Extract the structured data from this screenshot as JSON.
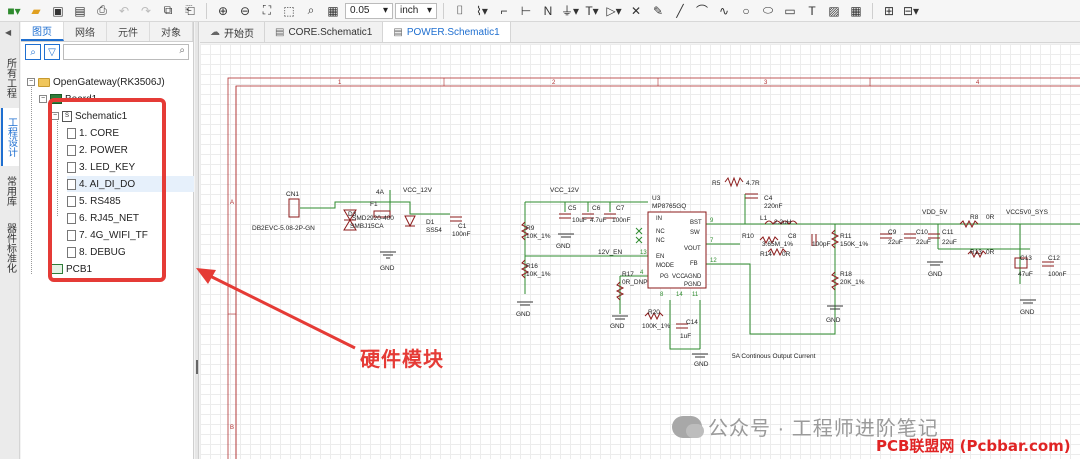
{
  "toolbar": {
    "zoom_value": "0.05",
    "unit_value": "inch"
  },
  "rail": {
    "tabs": [
      "所有工程",
      "工程设计",
      "常用库",
      "器件标准化"
    ]
  },
  "panel": {
    "tabs": [
      "图页",
      "网络",
      "元件",
      "对象"
    ],
    "search_placeholder": ""
  },
  "tree": {
    "project": "OpenGateway(RK3506J)",
    "board": "Board1",
    "schematic": "Schematic1",
    "pages": [
      "1. CORE",
      "2. POWER",
      "3. LED_KEY",
      "4. AI_DI_DO",
      "5. RS485",
      "6. RJ45_NET",
      "7. 4G_WIFI_TF",
      "8. DEBUG"
    ],
    "pcb": "PCB1"
  },
  "doc_tabs": [
    "开始页",
    "CORE.Schematic1",
    "POWER.Schematic1"
  ],
  "schematic": {
    "border_numbers": [
      "1",
      "2",
      "3",
      "4"
    ],
    "border_letters": [
      "A",
      "B"
    ],
    "labels": {
      "cn1": "CN1",
      "cn1_part": "DB2EVC-5.08-2P-GN",
      "f1": "F1",
      "f1_val": "SMD2920-400",
      "f1_amp": "4A",
      "d3": "D3",
      "d3_val": "SMBJ15CA",
      "d1": "D1",
      "d1_val": "SS54",
      "c1": "C1",
      "c1_val": "100nF",
      "vcc12_a": "VCC_12V",
      "vcc12_b": "VCC_12V",
      "gnd": "GND",
      "r9": "R9",
      "r9_val": "10K_1%",
      "r16": "R16",
      "r16_val": "10K_1%",
      "c5": "C5",
      "c6": "C6",
      "c6_val": "10uF",
      "c7": "C7",
      "c7_val": "4.7uF",
      "c7b_val": "100nF",
      "u3": "U3",
      "u3_part": "MP8765GQ",
      "pin_in": "IN",
      "pin_nc1": "NC",
      "pin_nc2": "NC",
      "pin_en": "EN",
      "pin_mode": "MODE",
      "pin_pg": "PG",
      "pin_vcc": "VCC",
      "pin_agnd": "AGND",
      "pin_pgnd": "PGND",
      "pin_bst": "BST",
      "pin_sw": "SW",
      "pin_vout": "VOUT",
      "pin_fb": "FB",
      "net_en": "12V_EN",
      "r17": "R17",
      "r17_val": "0R_DNP",
      "r20": "R20",
      "r20_val": "100K_1%",
      "c14": "C14",
      "c14_val": "1uF",
      "r5": "R5",
      "r5_val": "4.7R",
      "c4": "C4",
      "c4_val": "220nF",
      "l1": "L1",
      "l1_val": "2.2uH",
      "r10": "R10",
      "r10_val": "3.65M_1%",
      "c8": "C8",
      "c8_val": "100pF",
      "r14": "R14",
      "r14_val": "0R",
      "r11": "R11",
      "r11_val": "150K_1%",
      "r18": "R18",
      "r18_val": "20K_1%",
      "c9": "C9",
      "c9_val": "22uF",
      "c10": "C10",
      "c10_val": "22uF",
      "c11": "C11",
      "c11_val": "22uF",
      "vdd5": "VDD_5V",
      "r8": "R8",
      "r8_val": "0R",
      "r13": "R13",
      "r13_val": "0R",
      "vcc5sys": "VCC5V0_SYS",
      "c13": "C13",
      "c13_val": "47uF",
      "c12": "C12",
      "c12_val": "100nF",
      "note": "5A Continous Output Current",
      "pin9": "9",
      "pin7": "7",
      "pin12": "12",
      "pin13": "13",
      "pin4": "4",
      "pin8": "8",
      "pin14": "14",
      "pin11": "11"
    }
  },
  "annotation": "硬件模块",
  "watermark": "公众号 · 工程师进阶笔记",
  "watermark2": "PCB联盟网 (Pcbbar.com)",
  "colors": {
    "accent": "#1f6fd0",
    "highlight": "#e53b36",
    "wire": "#2e8b2e",
    "component": "#8b1a1a"
  }
}
